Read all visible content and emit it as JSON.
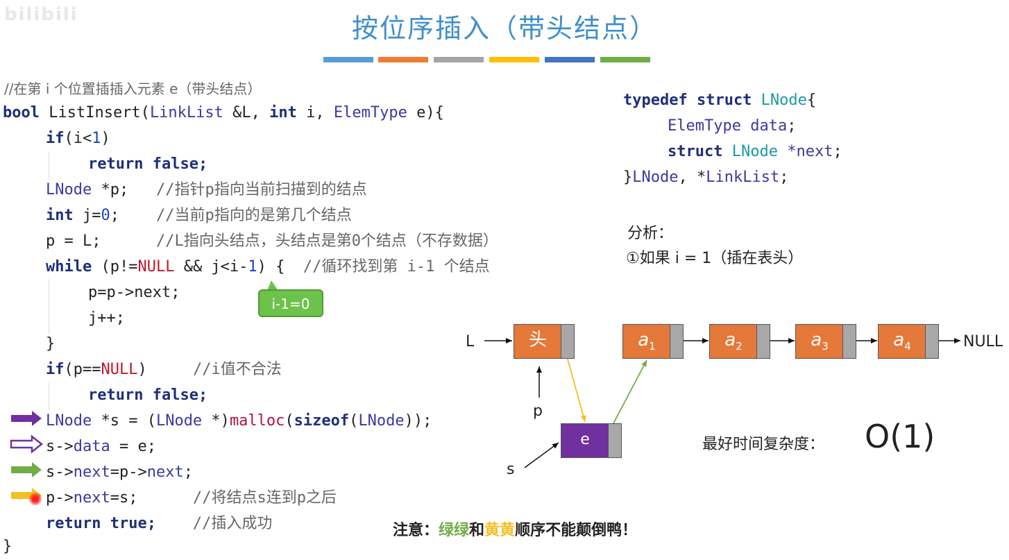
{
  "watermark": "bilibili",
  "title": "按位序插入（带头结点）",
  "colors": {
    "title": "#3f8fca",
    "bars": [
      "#5b9bd5",
      "#ed7d31",
      "#a5a5a5",
      "#ffc000",
      "#4472c4",
      "#70ad47"
    ],
    "node_fill": "#e4793a",
    "new_node_fill": "#7030a0",
    "green": "#70ad47",
    "yellow": "#f2c022"
  },
  "code": {
    "comment_header": "//在第 i 个位置插插入元素 e（带头结点）",
    "sig_ret": "bool",
    "sig_name": " ListInsert(",
    "sig_t1": "LinkList",
    "sig_p1": " &L, ",
    "sig_int": "int",
    "sig_p2": " i, ",
    "sig_t2": "ElemType",
    "sig_p3": " e){",
    "if1_kw": "if",
    "if1_a": "(i<",
    "if1_n": "1",
    "if1_b": ")",
    "ret_false": "return false;",
    "lnode_p_t": "LNode",
    "lnode_p_a": " *p;   ",
    "lnode_p_c": "//指针p指向当前扫描到的结点",
    "int_j_t": "int",
    "int_j_a": " j=",
    "int_j_n": "0",
    "int_j_b": ";    ",
    "int_j_c": "//当前p指向的是第几个结点",
    "pL_a": "p = L;      ",
    "pL_c": "//L指向头结点，头结点是第0个结点（不存数据）",
    "while_kw": "while",
    "while_a": " (p!=",
    "while_null": "NULL",
    "while_b": " && j<i-",
    "while_n": "1",
    "while_c": ") {  ",
    "while_cm": "//循环找到第 i-1 个结点",
    "pnext": "p=p->next;",
    "jpp": "j++;",
    "rbrace": "}",
    "if2_kw": "if",
    "if2_a": "(p==",
    "if2_null": "NULL",
    "if2_b": ")     ",
    "if2_c": "//i值不合法",
    "ret_false2": "return false;",
    "malloc_t": "LNode",
    "malloc_a": " *s = (",
    "malloc_t2": "LNode",
    "malloc_b": " *)",
    "malloc_fn": "malloc",
    "malloc_c": "(",
    "malloc_kw": "sizeof",
    "malloc_d": "(",
    "malloc_t3": "LNode",
    "malloc_e": "));",
    "sdata_a": "s->",
    "sdata_f": "data",
    "sdata_b": " = e;",
    "snext_a": "s->",
    "snext_f": "next",
    "snext_b": "=p->",
    "snext_f2": "next",
    "snext_c": ";",
    "pnexts_a": "p->",
    "pnexts_f": "next",
    "pnexts_b": "=s;      ",
    "pnexts_c": "//将结点s连到p之后",
    "ret_true": "return true;",
    "ret_true_c": "    //插入成功",
    "final_brace": "}"
  },
  "typedef": {
    "l1_kw": "typedef struct",
    "l1_name": " LNode",
    "l1_b": "{",
    "l2_t": "ElemType",
    "l2_f": " data",
    "l2_b": ";",
    "l3_kw": "struct",
    "l3_t": " LNode",
    "l3_f": " *next",
    "l3_b": ";",
    "l4_a": "}",
    "l4_t": "LNode",
    "l4_b": ", *",
    "l4_t2": "LinkList",
    "l4_c": ";"
  },
  "analysis": {
    "label": "分析：",
    "case1": "①如果 i = 1（插在表头）"
  },
  "tooltip": "i-1=0",
  "diagram": {
    "L": "L",
    "head": "头",
    "a1": "a",
    "a2": "a",
    "a3": "a",
    "a4": "a",
    "s1": "1",
    "s2": "2",
    "s3": "3",
    "s4": "4",
    "null": "NULL",
    "p": "p",
    "e": "e",
    "s": "s"
  },
  "complexity": {
    "label": "最好时间复杂度：",
    "value": "O(1)"
  },
  "note": {
    "prefix": "注意：",
    "green": "绿绿",
    "and": "和",
    "yellow": "黄黄",
    "suffix": "顺序不能颠倒鸭！"
  }
}
